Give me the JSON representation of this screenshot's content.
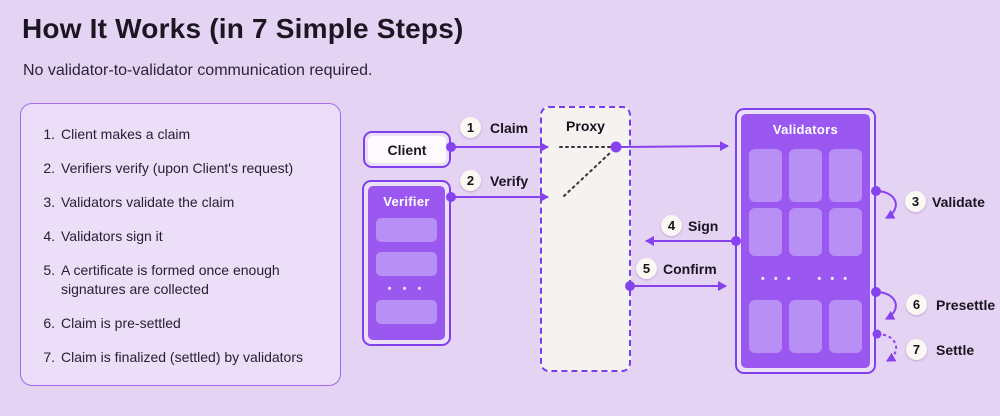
{
  "page": {
    "title": "How It Works (in 7 Simple Steps)",
    "subtitle": "No validator-to-validator communication required."
  },
  "steps_panel": {
    "items": [
      {
        "num": "1.",
        "text": "Client makes a claim"
      },
      {
        "num": "2.",
        "text": "Verifiers verify (upon Client's request)"
      },
      {
        "num": "3.",
        "text": "Validators validate the claim"
      },
      {
        "num": "4.",
        "text": "Validators sign it"
      },
      {
        "num": "5.",
        "text": "A certificate is formed once enough signatures are collected"
      },
      {
        "num": "6.",
        "text": "Claim is pre-settled"
      },
      {
        "num": "7.",
        "text": "Claim is finalized (settled) by validators"
      }
    ]
  },
  "diagram": {
    "nodes": {
      "client": "Client",
      "verifier": "Verifier",
      "proxy": "Proxy",
      "validators": "Validators"
    },
    "dots": "• • •",
    "flow_steps": [
      {
        "num": "1",
        "label": "Claim"
      },
      {
        "num": "2",
        "label": "Verify"
      },
      {
        "num": "3",
        "label": "Validate"
      },
      {
        "num": "4",
        "label": "Sign"
      },
      {
        "num": "5",
        "label": "Confirm"
      },
      {
        "num": "6",
        "label": "Presettle"
      },
      {
        "num": "7",
        "label": "Settle"
      }
    ]
  },
  "colors": {
    "background": "#e5d3f3",
    "accent_purple": "#8642ee",
    "node_fill": "#9a58f0",
    "node_tile": "#b88ff5",
    "proxy_fill": "#f4f3ef",
    "panel_border": "#a56ae7",
    "text_dark": "#1d1825"
  }
}
